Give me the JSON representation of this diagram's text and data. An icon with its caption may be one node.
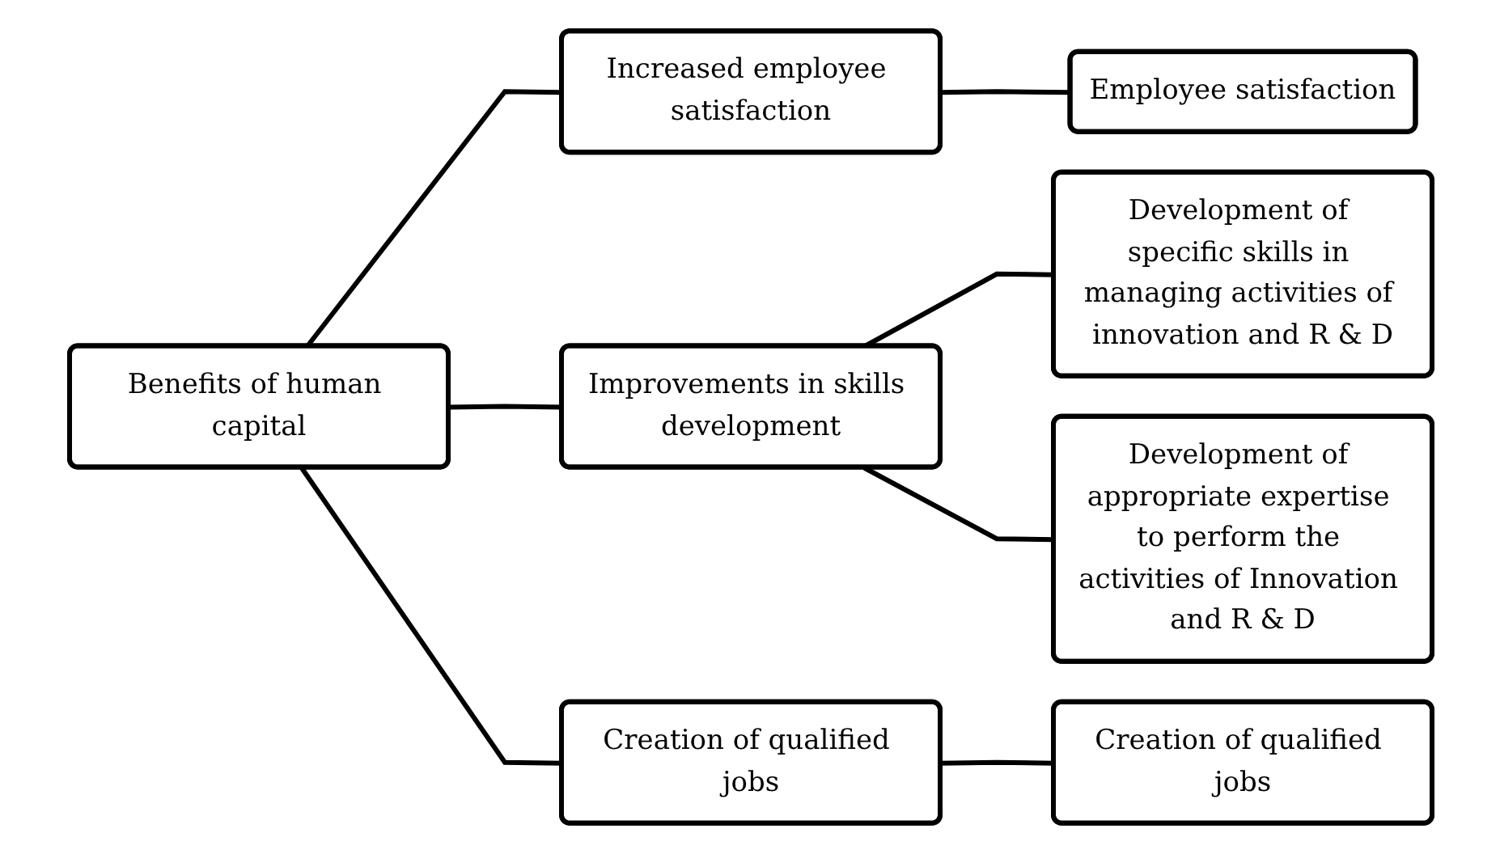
{
  "diagram": {
    "nodes": [
      {
        "text": [
          "Benefits of human capital"
        ]
      },
      {
        "text": [
          "Increased employee satisfaction"
        ]
      },
      {
        "text": [
          "Improvements in skills development"
        ]
      },
      {
        "text": [
          "Creation of qualified jobs"
        ]
      },
      {
        "text": [
          "Employee satisfaction"
        ]
      },
      {
        "text": [
          "Development of specific skills in managing activities of innovation and R & D"
        ]
      },
      {
        "text": [
          "Development of appropriate expertise to perform the activities of Innovation and R & D"
        ]
      },
      {
        "text": [
          "Creation of qualified jobs"
        ]
      }
    ],
    "edges": [
      {
        "from": 0,
        "to": 1,
        "arrow": "none"
      },
      {
        "from": 0,
        "to": 2,
        "arrow": "none"
      },
      {
        "from": 0,
        "to": 3,
        "arrow": "none"
      },
      {
        "from": 1,
        "to": 4,
        "arrow": "none"
      },
      {
        "from": 2,
        "to": 5,
        "arrow": "none"
      },
      {
        "from": 2,
        "to": 6,
        "arrow": "none"
      },
      {
        "from": 3,
        "to": 7,
        "arrow": "none"
      }
    ]
  }
}
